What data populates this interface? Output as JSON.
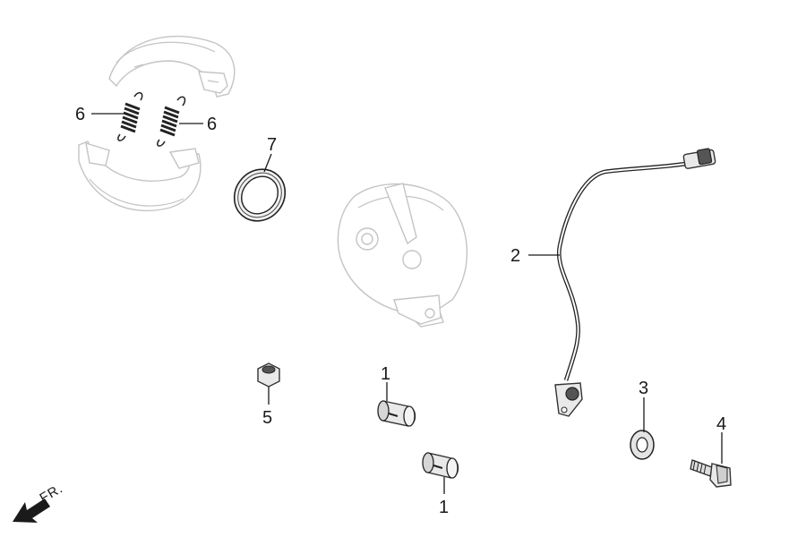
{
  "diagram": {
    "front_indicator": "FR.",
    "callouts": [
      {
        "id": "c1a",
        "label": "1"
      },
      {
        "id": "c1b",
        "label": "1"
      },
      {
        "id": "c2",
        "label": "2"
      },
      {
        "id": "c3",
        "label": "3"
      },
      {
        "id": "c4",
        "label": "4"
      },
      {
        "id": "c5",
        "label": "5"
      },
      {
        "id": "c6a",
        "label": "6"
      },
      {
        "id": "c6b",
        "label": "6"
      },
      {
        "id": "c7",
        "label": "7"
      }
    ]
  }
}
